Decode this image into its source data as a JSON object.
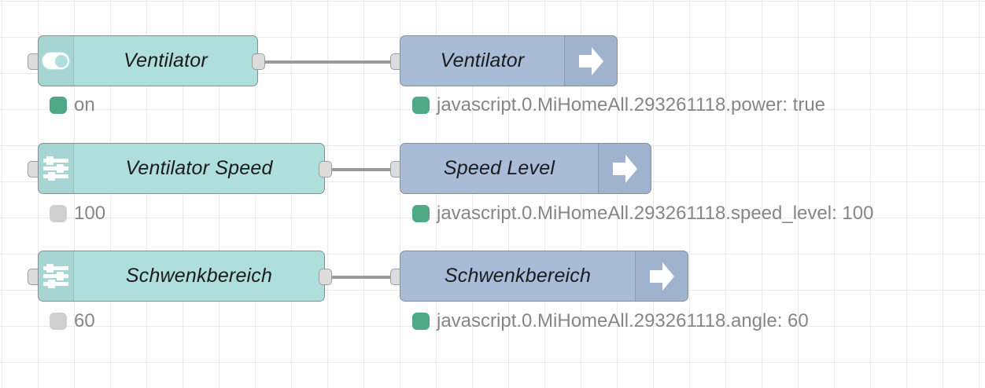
{
  "editor": {
    "name": "node-red-flow-canvas",
    "grid": {
      "size": 46,
      "color": "#eaeaea"
    },
    "colors": {
      "node_teal": "#aedfdd",
      "node_blue": "#a8bcd8",
      "node_border": "#888f8f",
      "wire": "#9a9a9a",
      "port": "#dcdcdc",
      "status_green": "#4fa987",
      "status_grey": "#cfcfcf",
      "status_text": "#868686"
    }
  },
  "rows": [
    {
      "source": {
        "label": "Ventilator",
        "icon": "toggle-switch-icon",
        "type": "teal",
        "status": {
          "dot": "green",
          "text": "on"
        }
      },
      "target": {
        "label": "Ventilator",
        "icon": "arrow-right-icon",
        "type": "blue",
        "status": {
          "dot": "green",
          "text": "javascript.0.MiHomeAll.293261118.power: true"
        }
      }
    },
    {
      "source": {
        "label": "Ventilator Speed",
        "icon": "sliders-icon",
        "type": "teal",
        "status": {
          "dot": "grey",
          "text": "100"
        }
      },
      "target": {
        "label": "Speed Level",
        "icon": "arrow-right-icon",
        "type": "blue",
        "status": {
          "dot": "green",
          "text": "javascript.0.MiHomeAll.293261118.speed_level: 100"
        }
      }
    },
    {
      "source": {
        "label": "Schwenkbereich",
        "icon": "sliders-icon",
        "type": "teal",
        "status": {
          "dot": "grey",
          "text": "60"
        }
      },
      "target": {
        "label": "Schwenkbereich",
        "icon": "arrow-right-icon",
        "type": "blue",
        "status": {
          "dot": "green",
          "text": "javascript.0.MiHomeAll.293261118.angle: 60"
        }
      }
    }
  ]
}
